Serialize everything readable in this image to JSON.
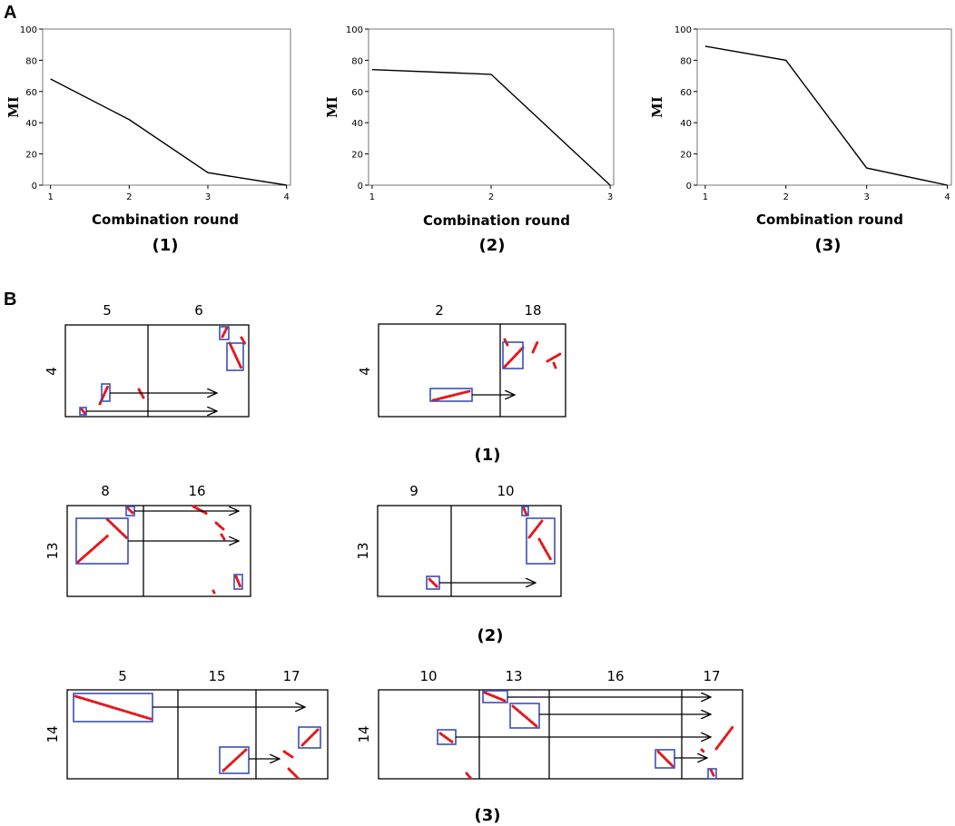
{
  "panel_labels": {
    "a": "A",
    "b": "B"
  },
  "chart_data": [
    {
      "type": "line",
      "title": "",
      "ylabel": "MI",
      "xlabel": "Combination round",
      "x": [
        1,
        2,
        3,
        4
      ],
      "y": [
        68,
        42,
        8,
        0
      ],
      "xlim": [
        0.9,
        4.05
      ],
      "ylim": [
        0,
        100
      ],
      "yticks": [
        0,
        20,
        40,
        60,
        80,
        100
      ],
      "caption": "(1)"
    },
    {
      "type": "line",
      "title": "",
      "ylabel": "MI",
      "xlabel": "Combination round",
      "x": [
        1,
        2,
        3
      ],
      "y": [
        74,
        71,
        0
      ],
      "xlim": [
        0.97,
        3.03
      ],
      "ylim": [
        0,
        100
      ],
      "yticks": [
        0,
        20,
        40,
        60,
        80,
        100
      ],
      "caption": "(2)"
    },
    {
      "type": "line",
      "title": "",
      "ylabel": "MI",
      "xlabel": "Combination round",
      "x": [
        1,
        2,
        3,
        4
      ],
      "y": [
        89,
        80,
        11,
        0
      ],
      "xlim": [
        0.9,
        4.05
      ],
      "ylim": [
        0,
        100
      ],
      "yticks": [
        0,
        20,
        40,
        60,
        80,
        100
      ],
      "caption": "(3)"
    }
  ],
  "panel_b": {
    "captions": [
      "(1)",
      "(2)",
      "(3)"
    ],
    "matrices": [
      {
        "row": "4",
        "cols": [
          "5",
          "6"
        ]
      },
      {
        "row": "4",
        "cols": [
          "2",
          "18"
        ]
      },
      {
        "row": "13",
        "cols": [
          "8",
          "16"
        ]
      },
      {
        "row": "13",
        "cols": [
          "9",
          "10"
        ]
      },
      {
        "row": "14",
        "cols": [
          "5",
          "15",
          "17"
        ]
      },
      {
        "row": "14",
        "cols": [
          "10",
          "13",
          "16",
          "17"
        ]
      }
    ]
  }
}
